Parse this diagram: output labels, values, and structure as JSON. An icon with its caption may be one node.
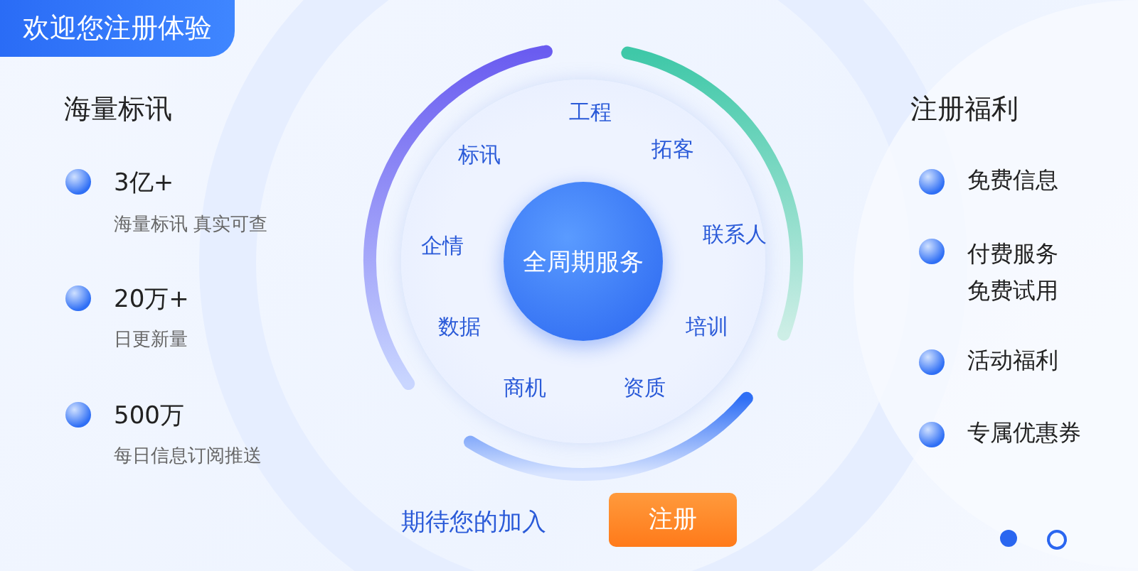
{
  "diagram": {
    "title": "欢迎您注册体验",
    "nodes": [
      {
        "text": [
          "工程",
          "拓客",
          "联系人",
          "培训",
          "资质",
          "商机",
          "数据",
          "企情",
          "标讯"
        ]
      },
      {
        "text": [
          "全周期服务"
        ],
        "in": 0
      }
    ],
    "edges": [],
    "labels": [
      "海量标讯",
      "3亿+",
      "海量标讯 真实可查",
      "20万+",
      "日更新量",
      "500万",
      "每日信息订阅推送",
      "注册福利",
      "免费信息",
      "付费服务免费试用",
      "活动福利",
      "专属优惠券",
      "期待您的加入",
      "注册"
    ]
  }
}
